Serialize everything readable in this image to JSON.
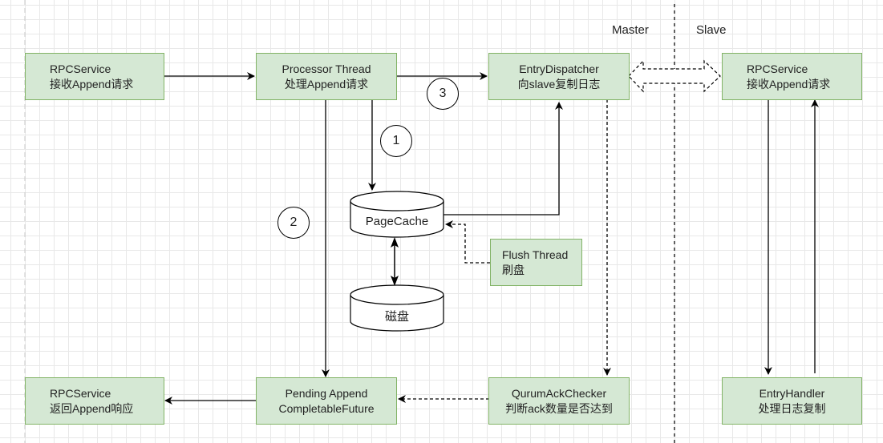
{
  "regions": {
    "master_label": "Master",
    "slave_label": "Slave"
  },
  "boxes": {
    "rpc_receive": {
      "line1": "RPCService",
      "line2": "接收Append请求"
    },
    "processor": {
      "line1": "Processor Thread",
      "line2": "处理Append请求"
    },
    "dispatcher": {
      "line1": "EntryDispatcher",
      "line2": "向slave复制日志"
    },
    "slave_rpc": {
      "line1": "RPCService",
      "line2": "接收Append请求"
    },
    "rpc_return": {
      "line1": "RPCService",
      "line2": "返回Append响应"
    },
    "pending": {
      "line1": "Pending Append",
      "line2": "CompletableFuture"
    },
    "checker": {
      "line1": "QurumAckChecker",
      "line2": "判断ack数量是否达到"
    },
    "entry_handler": {
      "line1": "EntryHandler",
      "line2": "处理日志复制"
    },
    "flush": {
      "line1": "Flush Thread",
      "line2": "刷盘"
    }
  },
  "stores": {
    "pagecache": "PageCache",
    "disk": "磁盘"
  },
  "steps": {
    "step1": "1",
    "step2": "2",
    "step3": "3"
  },
  "colors": {
    "box_fill": "#d5e8d4",
    "box_border": "#82b366",
    "edge": "#000000"
  }
}
